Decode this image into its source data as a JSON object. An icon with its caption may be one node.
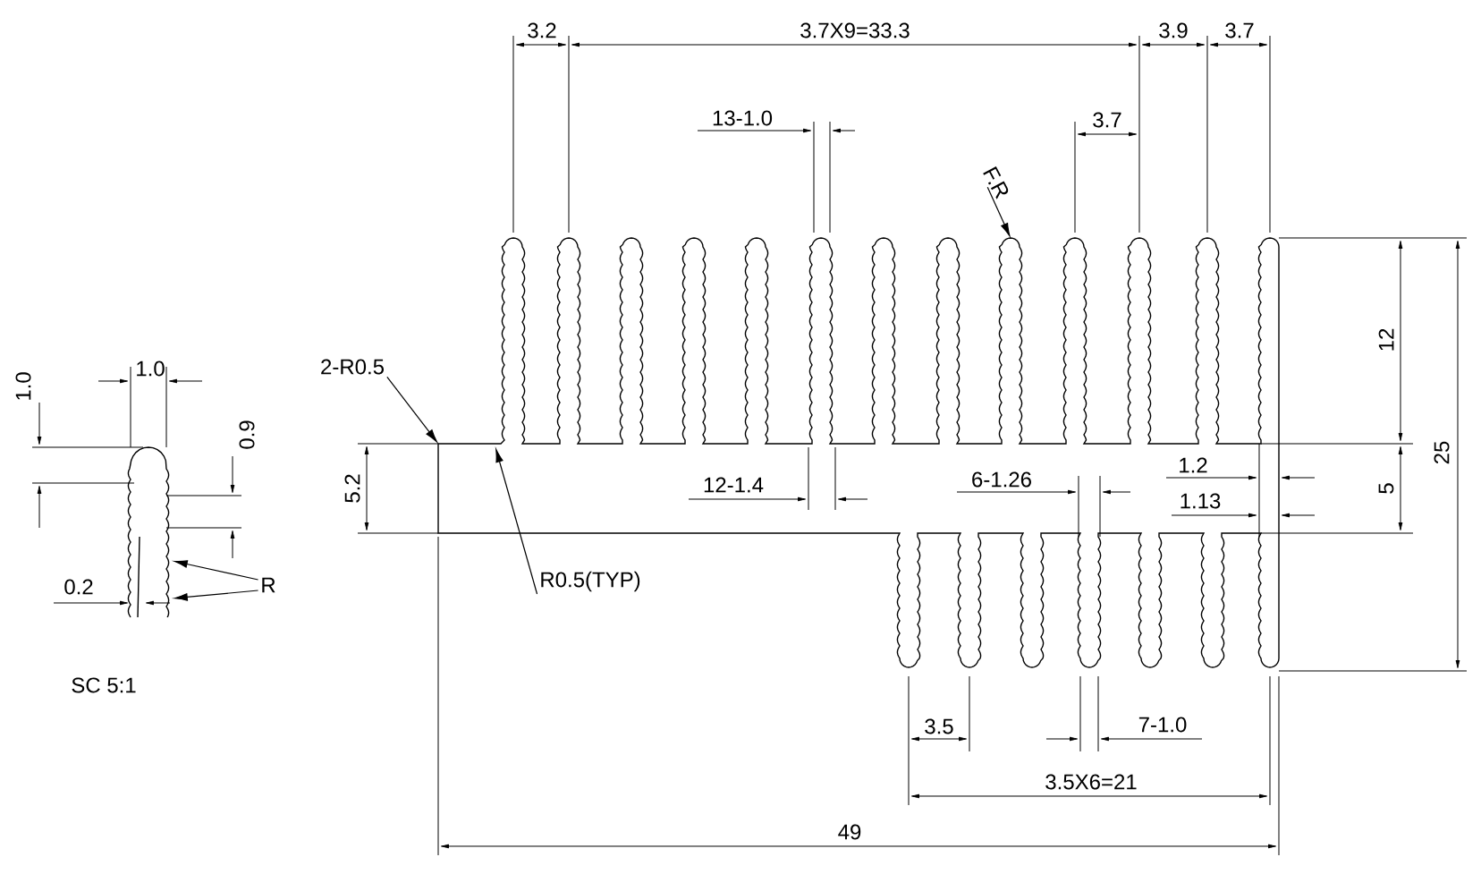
{
  "diagram": {
    "nodes": [
      {
        "text": [
          "2-R0.5"
        ]
      },
      {
        "text": [
          "R0.5(TYP)"
        ]
      },
      {
        "text": [
          "F.R"
        ]
      },
      {
        "text": [
          "R"
        ]
      },
      {
        "text": [],
        "shape": "picture"
      }
    ],
    "edges": [
      {
        "from": 0,
        "to": null,
        "arrow": "to"
      },
      {
        "from": 1,
        "to": null,
        "arrow": "to"
      },
      {
        "from": 2,
        "to": null,
        "arrow": "to"
      },
      {
        "from": 3,
        "to": 4,
        "arrow": "to"
      },
      {
        "from": 3,
        "to": 4,
        "arrow": "to"
      }
    ],
    "labels": [
      "3.2",
      "3.7X9=33.3",
      "3.9",
      "3.7",
      "13-1.0",
      "3.7",
      "1.0",
      "1.0",
      "0.9",
      "12",
      "5.2",
      "12-1.4",
      "6-1.26",
      "1.2",
      "5",
      "25",
      "1.13",
      "0.2",
      "SC 5:1",
      "3.5",
      "7-1.0",
      "3.5X6=21",
      "49"
    ]
  }
}
